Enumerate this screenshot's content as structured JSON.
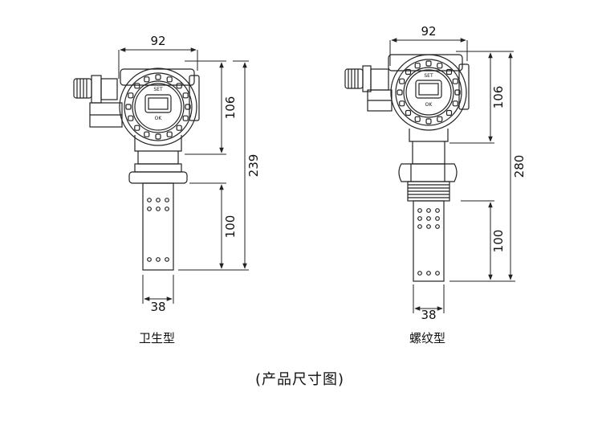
{
  "figure": {
    "caption": "(产品尺寸图)",
    "variants": [
      {
        "id": "sanitary",
        "name": "卫生型",
        "dims": {
          "width_top": "92",
          "head_height": "106",
          "total_height": "239",
          "probe_length": "100",
          "probe_width": "38"
        },
        "display": {
          "top_label": "SET",
          "bottom_label": "OK"
        }
      },
      {
        "id": "threaded",
        "name": "螺纹型",
        "dims": {
          "width_top": "92",
          "head_height": "106",
          "total_height": "280",
          "probe_length": "100",
          "probe_width": "38"
        },
        "display": {
          "top_label": "SET",
          "bottom_label": "OK"
        }
      }
    ]
  },
  "colors": {
    "line": "#222222",
    "background": "#ffffff"
  }
}
